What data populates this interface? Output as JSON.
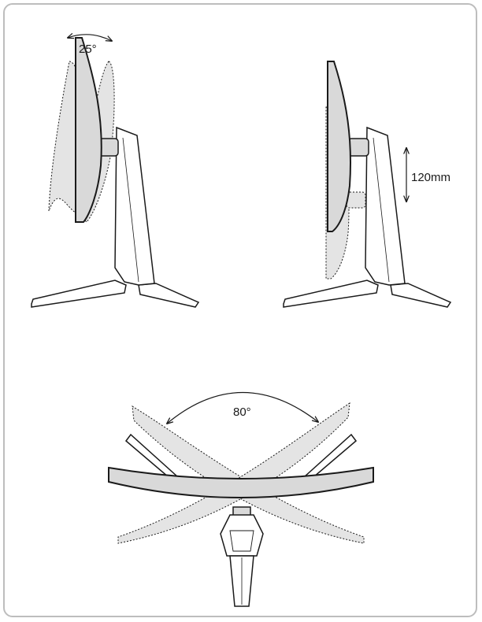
{
  "diagram": {
    "tilt": {
      "label": "25°",
      "degrees": 25
    },
    "height": {
      "label": "120mm",
      "millimeters": 120
    },
    "swivel": {
      "label": "80°",
      "degrees": 80
    }
  },
  "colors": {
    "stroke": "#1a1a1a",
    "panel_fill": "#d9d9d9",
    "ghost_fill": "#e4e4e4",
    "frame_border": "#bdbdbd"
  }
}
